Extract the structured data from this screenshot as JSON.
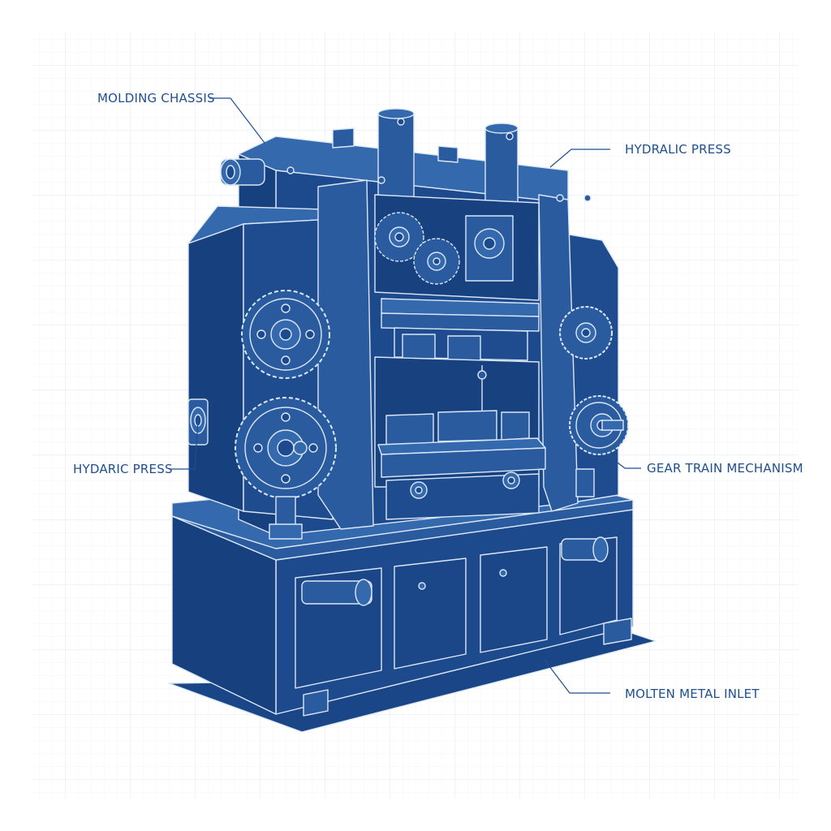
{
  "colors": {
    "background": "#ffffff",
    "grid": "#e6ecf4",
    "machine_dark": "#1d4a8c",
    "machine_mid": "#26579b",
    "machine_light": "#3569ad",
    "linework": "#dbe7f5",
    "label_text": "#1f4f8f",
    "leader_line": "#1f4f8f"
  },
  "labels": {
    "molding_chassis": "MOLDING CHASSIS",
    "hydralic_press": "HYDRALIC PRESS",
    "hydaric_press": "HYDARIC PRESS",
    "gear_train": "GEAR TRAIN MECHANISM",
    "molten_inlet": "MOLTEN METAL INLET"
  }
}
